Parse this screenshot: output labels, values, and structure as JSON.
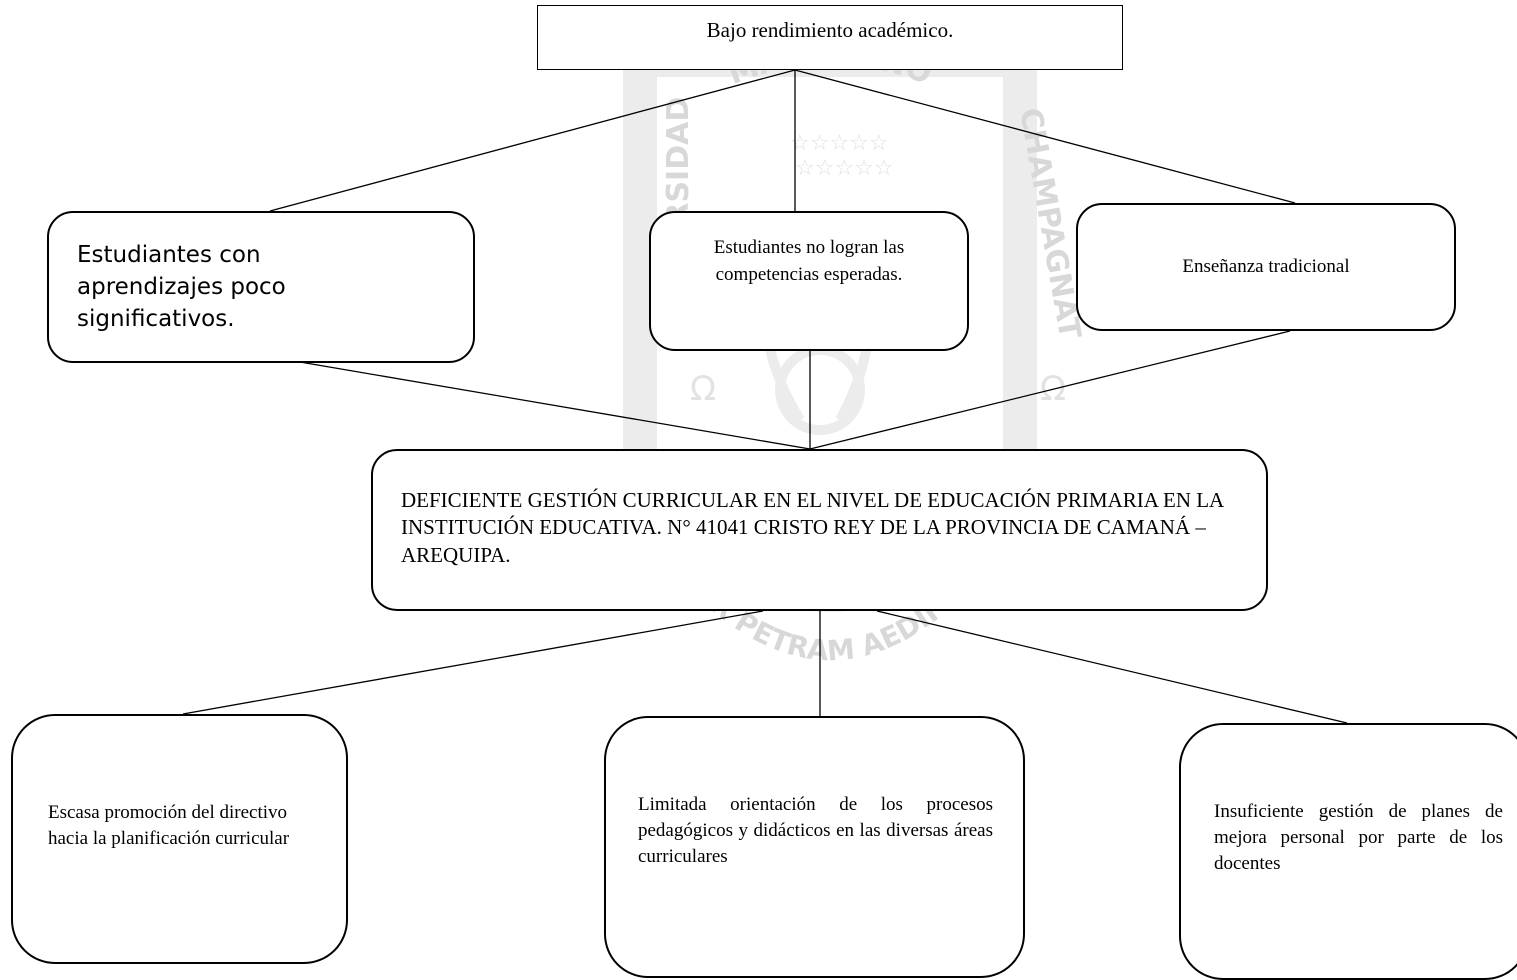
{
  "diagram": {
    "top_box": "Bajo rendimiento académico.",
    "effects": [
      "Estudiantes con aprendizajes poco significativos.",
      "Estudiantes no logran las competencias esperadas.",
      "Enseñanza tradicional"
    ],
    "central_problem": "DEFICIENTE GESTIÓN CURRICULAR  EN EL NIVEL DE EDUCACIÓN PRIMARIA EN LA INSTITUCIÓN EDUCATIVA. N° 41041 CRISTO REY DE LA PROVINCIA DE CAMANÁ – AREQUIPA.",
    "causes": [
      "Escasa promoción del directivo hacia la planificación curricular",
      "Limitada orientación de los procesos pedagógicos y didácticos en las diversas áreas curriculares",
      "Insuficiente gestión de planes de mejora personal por parte de los docentes"
    ]
  },
  "watermark": {
    "seal_text_top": "MARCELINO",
    "seal_text_left": "UNIVERSIDAD",
    "seal_text_right": "CHAMPAGNAT",
    "seal_text_bottom": "SUPER PETRAM AEDIFICATA",
    "color": "#d6d6d6"
  },
  "colors": {
    "line": "#000000",
    "border": "#000000"
  }
}
